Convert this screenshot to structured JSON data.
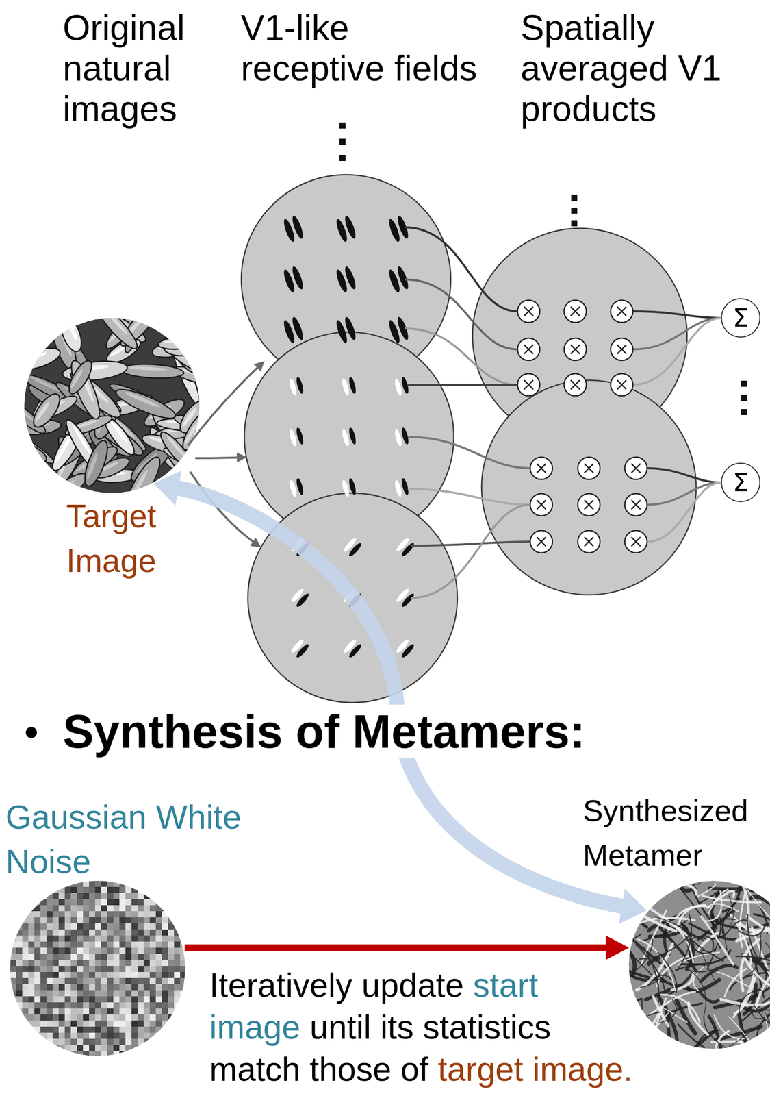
{
  "diagram": {
    "nodes": [
      {
        "text": [
          "Target Image"
        ]
      },
      {
        "text": [
          "Σ"
        ]
      },
      {
        "text": [
          "Σ"
        ]
      },
      {
        "text": [
          "Gaussian White Noise"
        ]
      },
      {
        "text": [
          "Synthesized Metamer"
        ]
      }
    ],
    "edges": [
      {
        "from": 3,
        "to": 4,
        "arrow": "to"
      },
      {
        "from": 4,
        "to": 0,
        "arrow": "both"
      }
    ],
    "labels": [
      "Original natural images",
      "V1-like receptive fields",
      "Spatially averaged V1 products",
      "Synthesis of Metamers:",
      "Iteratively update",
      "start",
      "image",
      "until its statistics",
      "match those of",
      "target image."
    ]
  }
}
